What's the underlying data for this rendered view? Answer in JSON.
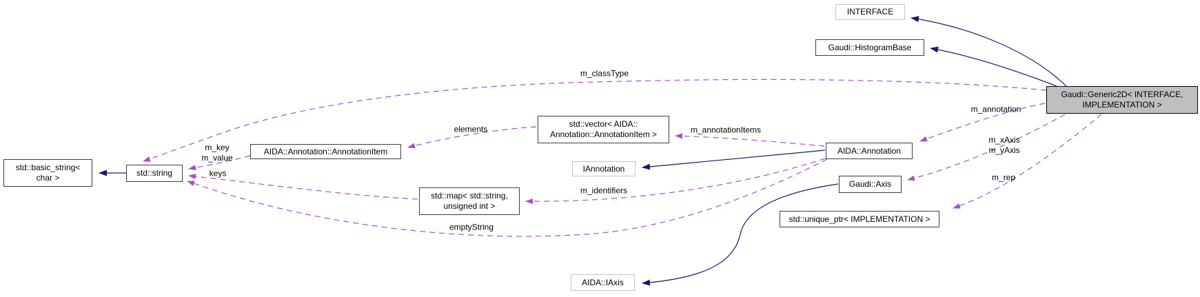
{
  "nodes": {
    "interface": {
      "label": "INTERFACE"
    },
    "histogram_base": {
      "label": "Gaudi::HistogramBase"
    },
    "generic2d": {
      "line1": "Gaudi::Generic2D< INTERFACE,",
      "line2": "IMPLEMENTATION >"
    },
    "basic_string": {
      "line1": "std::basic_string<",
      "line2": "char >"
    },
    "std_string": {
      "label": "std::string"
    },
    "annotation_item": {
      "label": "AIDA::Annotation::AnnotationItem"
    },
    "vector_item": {
      "line1": "std::vector< AIDA::",
      "line2": "Annotation::AnnotationItem >"
    },
    "iannotation": {
      "label": "IAnnotation"
    },
    "aida_annotation": {
      "label": "AIDA::Annotation"
    },
    "std_map": {
      "line1": "std::map< std::string,",
      "line2": "unsigned int >"
    },
    "gaudi_axis": {
      "label": "Gaudi::Axis"
    },
    "unique_ptr": {
      "label": "std::unique_ptr< IMPLEMENTATION >"
    },
    "aida_iaxis": {
      "label": "AIDA::IAxis"
    }
  },
  "edges": {
    "m_classtype": {
      "label": "m_classType"
    },
    "m_key_value": {
      "label1": "m_key",
      "label2": "m_value"
    },
    "keys": {
      "label": "keys"
    },
    "empty_string": {
      "label": "emptyString"
    },
    "m_identifiers": {
      "label": "m_identifiers"
    },
    "elements": {
      "label": "elements"
    },
    "m_annotation_items": {
      "label": "m_annotationItems"
    },
    "m_annotation": {
      "label": "m_annotation"
    },
    "m_axes": {
      "label1": "m_xAxis",
      "label2": "m_yAxis"
    },
    "m_rep": {
      "label": "m_rep"
    }
  },
  "colors": {
    "inheritance_edge": "#191970",
    "usage_edge": "#a44fd0",
    "node_fill": "#ffffff",
    "current_node_fill": "#bfbfbf",
    "node_border": "#3c3c3c",
    "external_node_border": "#c4c4c4",
    "text": "#000000",
    "background": "#ffffff"
  }
}
